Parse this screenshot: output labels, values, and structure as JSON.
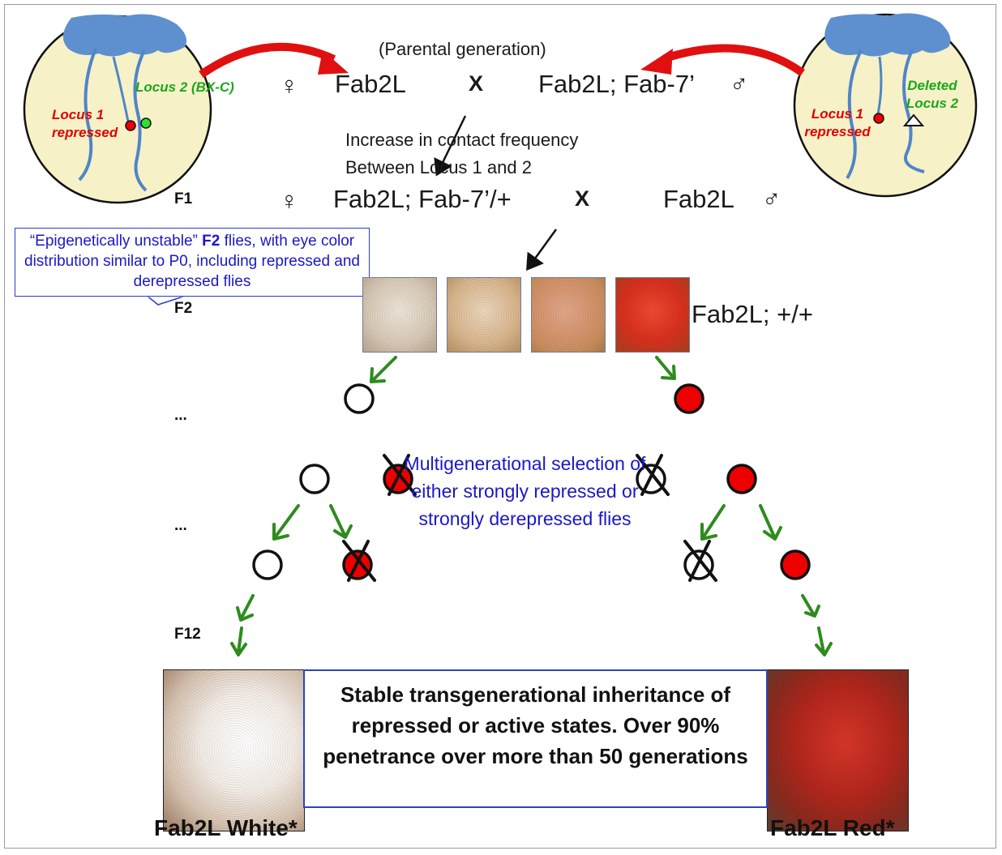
{
  "parental_label": "(Parental generation)",
  "cross1": {
    "female_symbol": "♀",
    "female": "Fab2L",
    "x": "X",
    "male": "Fab2L; Fab-7’",
    "male_symbol": "♂"
  },
  "contact": {
    "line1": "Increase in  contact frequency",
    "line2": "Between   Locus 1 and 2"
  },
  "cross2": {
    "gen": "F1",
    "female_symbol": "♀",
    "female": "Fab2L; Fab-7’/+",
    "x": "X",
    "male": "Fab2L",
    "male_symbol": "♂"
  },
  "left_circle": {
    "locus1": "Locus 1 repressed",
    "locus2": "Locus 2 (BX-C)"
  },
  "right_circle": {
    "locus1": "Locus 1 repressed",
    "locus2": "Deleted Locus 2"
  },
  "callout": {
    "pre": "“Epigenetically unstable” ",
    "bold": "F2",
    "post": " flies, with eye color distribution similar to P0, including repressed and derepressed flies"
  },
  "f2": {
    "gen": "F2",
    "genotype": "Fab2L; +/+"
  },
  "ellipsis1": "...",
  "ellipsis2": "...",
  "selection_text": "Multigenerational selection of either strongly repressed or strongly derepressed flies",
  "f12": {
    "gen": "F12"
  },
  "stable_text": "Stable transgenerational inheritance of repressed or active  states. Over 90% penetrance over more than 50 generations",
  "bottom_left_label": "Fab2L White*",
  "bottom_right_label": "Fab2L Red*",
  "colors": {
    "red_arrow": "#e01010",
    "green_arrow": "#2e8b1e",
    "blue_text": "#1a18c8",
    "red_dot": "#ee0000",
    "circle_fill": "#f7f1c8",
    "chromosome": "#4f86c6"
  }
}
